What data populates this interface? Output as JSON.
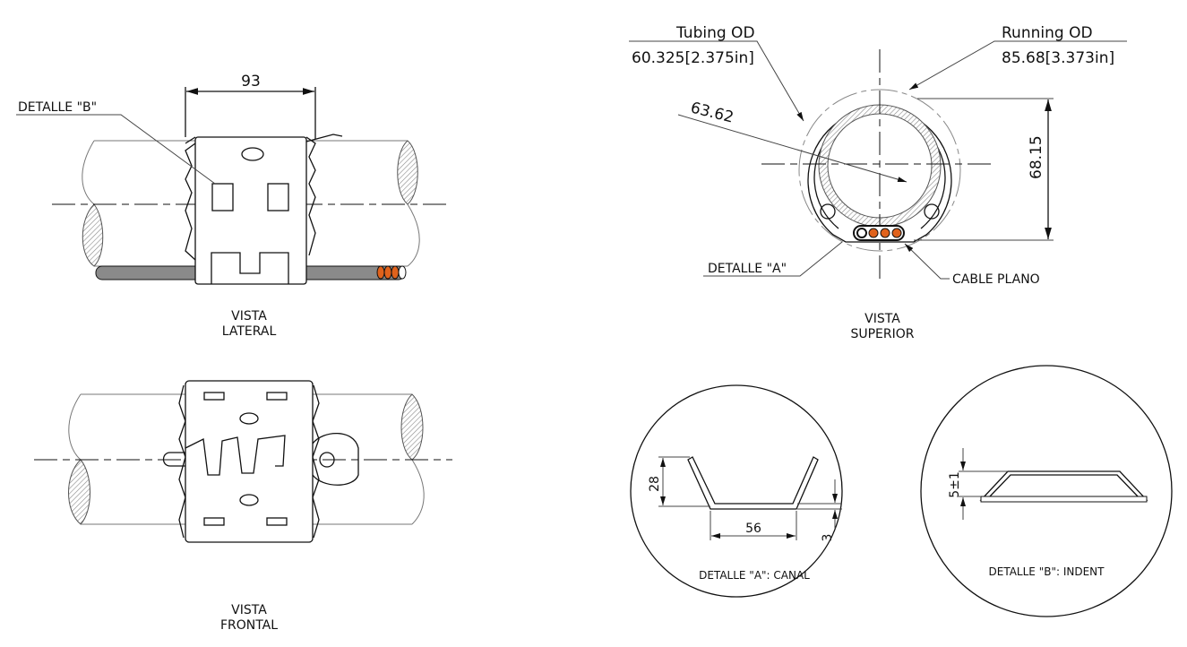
{
  "lateral_view": {
    "title_line1": "VISTA",
    "title_line2": "LATERAL",
    "dimension_width": "93",
    "detail_b_label": "DETALLE \"B\""
  },
  "frontal_view": {
    "title_line1": "VISTA",
    "title_line2": "FRONTAL"
  },
  "top_view": {
    "title_line1": "VISTA",
    "title_line2": "SUPERIOR",
    "tubing_od_label": "Tubing OD",
    "tubing_od_value": "60.325[2.375in]",
    "running_od_label": "Running OD",
    "running_od_value": "85.68[3.373in]",
    "diameter_dimension": "63.62",
    "height_dimension": "68.15",
    "detail_a_label": "DETALLE \"A\"",
    "cable_label": "CABLE PLANO"
  },
  "detail_a": {
    "caption": "DETALLE \"A\": CANAL",
    "dim_height": "28",
    "dim_width": "56",
    "dim_thickness": "3"
  },
  "detail_b": {
    "caption": "DETALLE \"B\": INDENT",
    "dim_height": "5±1"
  },
  "colors": {
    "cable_gray": "#8a8a8a",
    "conductor_orange": "#e0621c"
  }
}
